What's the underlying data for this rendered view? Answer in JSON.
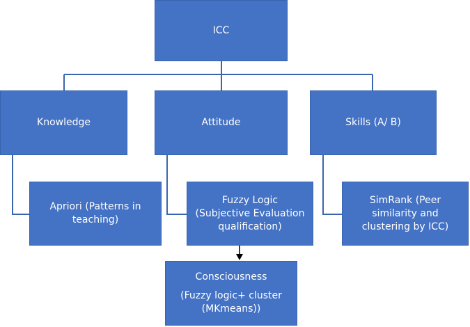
{
  "diagram": {
    "root": {
      "label": "ICC"
    },
    "categories": [
      {
        "label": "Knowledge",
        "method_lines": [
          "Apriori (Patterns in",
          "teaching)"
        ]
      },
      {
        "label": "Attitude",
        "method_lines": [
          "Fuzzy Logic",
          "(Subjective Evaluation",
          "qualification)"
        ]
      },
      {
        "label": "Skills (A/ B)",
        "method_lines": [
          "SimRank (Peer",
          "similarity and",
          "clustering by ICC)"
        ]
      }
    ],
    "consciousness": {
      "title": "Consciousness",
      "detail_lines": [
        "(Fuzzy logic+ cluster",
        "(MKmeans))"
      ]
    },
    "colors": {
      "box_fill": "#4472c4",
      "connector": "#3a66b0",
      "arrow": "#000000"
    }
  }
}
